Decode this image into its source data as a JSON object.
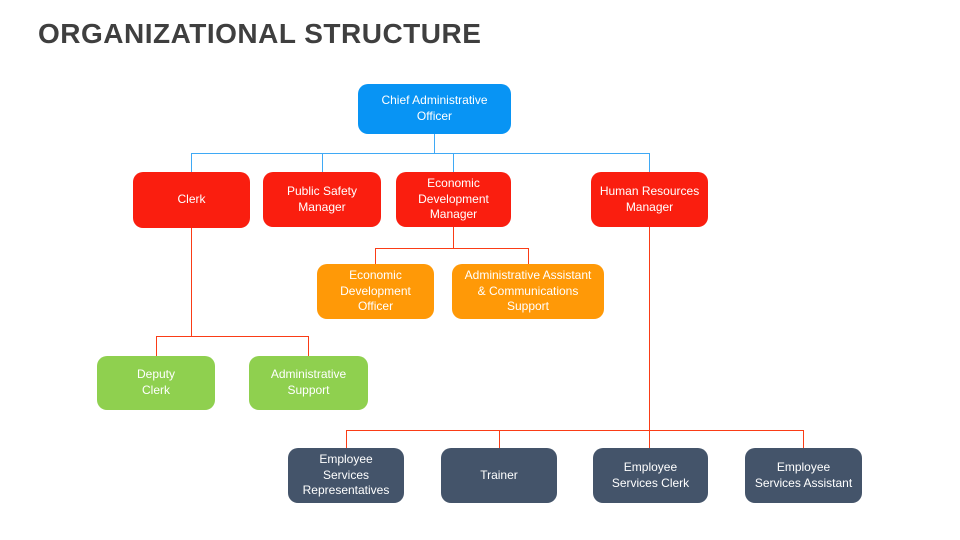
{
  "slide": {
    "title": "ORGANIZATIONAL STRUCTURE"
  },
  "colors": {
    "level1_box": "#0894f4",
    "level2_box": "#fa1e0f",
    "level3_orange_box": "#ff9907",
    "level3_green_box": "#8fd04f",
    "level4_dark_box": "#44546a",
    "connector_blue": "#3fa9f5",
    "connector_red": "#fa3c16",
    "title_text": "#3f3f3f",
    "node_text": "#ffffff"
  },
  "org": {
    "nodes": [
      {
        "id": "cao",
        "label": "Chief Administrative\nOfficer",
        "parent": null,
        "level": 1
      },
      {
        "id": "clerk",
        "label": "Clerk",
        "parent": "cao",
        "level": 2
      },
      {
        "id": "public-safety",
        "label": "Public Safety\nManager",
        "parent": "cao",
        "level": 2
      },
      {
        "id": "econ-dev-manager",
        "label": "Economic\nDevelopment\nManager",
        "parent": "cao",
        "level": 2
      },
      {
        "id": "hr-manager",
        "label": "Human Resources\nManager",
        "parent": "cao",
        "level": 2
      },
      {
        "id": "econ-dev-officer",
        "label": "Economic\nDevelopment\nOfficer",
        "parent": "econ-dev-manager",
        "level": 3
      },
      {
        "id": "admin-assistant",
        "label": "Administrative Assistant\n& Communications\nSupport",
        "parent": "econ-dev-manager",
        "level": 3
      },
      {
        "id": "deputy-clerk",
        "label": "Deputy\nClerk",
        "parent": "clerk",
        "level": 3
      },
      {
        "id": "admin-support",
        "label": "Administrative\nSupport",
        "parent": "clerk",
        "level": 3
      },
      {
        "id": "emp-reps",
        "label": "Employee\nServices\nRepresentatives",
        "parent": "hr-manager",
        "level": 4
      },
      {
        "id": "trainer",
        "label": "Trainer",
        "parent": "hr-manager",
        "level": 4
      },
      {
        "id": "emp-clerk",
        "label": "Employee\nServices Clerk",
        "parent": "hr-manager",
        "level": 4
      },
      {
        "id": "emp-assistant",
        "label": "Employee\nServices Assistant",
        "parent": "hr-manager",
        "level": 4
      }
    ]
  }
}
